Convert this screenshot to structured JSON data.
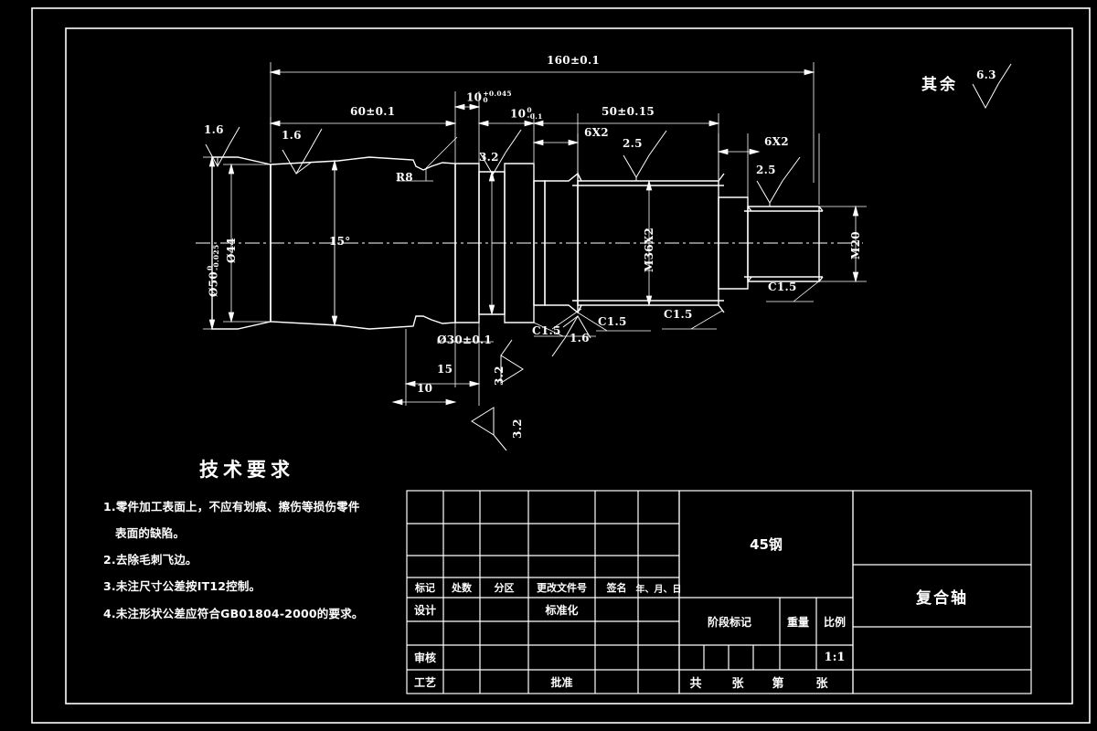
{
  "sheet": {
    "background_color": "#000000",
    "line_color": "#ffffff"
  },
  "surface_note": {
    "label": "其余",
    "value": "6.3"
  },
  "dimensions": {
    "overall_length": "160±0.1",
    "length_60": "60±0.1",
    "length_50": "50±0.15",
    "width_10_upper": "10",
    "width_10_upper_tol_plus": "+0.045",
    "width_10_upper_tol_minus": "0",
    "width_10_lower": "10",
    "width_10_lower_tol_plus": "0",
    "width_10_lower_tol_minus": "-0.1",
    "dim_15": "15",
    "dim_10": "10",
    "diameter_50": "Ø50",
    "diameter_50_tol_plus": "0",
    "diameter_50_tol_minus": "-0.025",
    "diameter_44": "Ø44",
    "diameter_30": "Ø30±0.1",
    "radius_r8": "R8",
    "taper_angle": "15°",
    "thread_m36": "M36X2",
    "thread_m20": "M20",
    "groove_6x2_left": "6X2",
    "groove_6x2_right": "6X2"
  },
  "roughness_marks": [
    {
      "value": "1.6",
      "id": "ra-1-6-left"
    },
    {
      "value": "1.6",
      "id": "ra-1-6-taper"
    },
    {
      "value": "3.2",
      "id": "ra-3-2-keyway-top"
    },
    {
      "value": "2.5",
      "id": "ra-2-5-m36"
    },
    {
      "value": "2.5",
      "id": "ra-2-5-m20"
    },
    {
      "value": "3.2",
      "id": "ra-3-2-lower-a"
    },
    {
      "value": "3.2",
      "id": "ra-3-2-lower-b"
    },
    {
      "value": "1.6",
      "id": "ra-1-6-bottom"
    }
  ],
  "chamfers": [
    {
      "value": "C1.5",
      "id": "chamfer-step-left"
    },
    {
      "value": "C1.5",
      "id": "chamfer-m36-left"
    },
    {
      "value": "C1.5",
      "id": "chamfer-m36-right"
    },
    {
      "value": "C1.5",
      "id": "chamfer-m20"
    }
  ],
  "technical_requirements": {
    "title": "技术要求",
    "items": [
      "1.零件加工表面上，不应有划痕、擦伤等损伤零件",
      "表面的缺陷。",
      "2.去除毛刺飞边。",
      "3.未注尺寸公差按IT12控制。",
      "4.未注形状公差应符合GB01804-2000的要求。"
    ]
  },
  "title_block": {
    "revision_headers": [
      "标记",
      "处数",
      "分区",
      "更改文件号",
      "签名",
      "年、月、日"
    ],
    "role_rows": [
      {
        "role": "设计",
        "second_role": "标准化"
      },
      {
        "role": "",
        "second_role": ""
      },
      {
        "role": "审核",
        "second_role": ""
      },
      {
        "role": "工艺",
        "second_role": "批准"
      }
    ],
    "material": "45钢",
    "stage_label": "阶段标记",
    "weight_label": "重量",
    "scale_label": "比例",
    "scale_value": "1:1",
    "sheet_total_prefix": "共",
    "sheet_total_suffix": "张",
    "sheet_index_prefix": "第",
    "sheet_index_suffix": "张",
    "part_name": "复合轴"
  }
}
